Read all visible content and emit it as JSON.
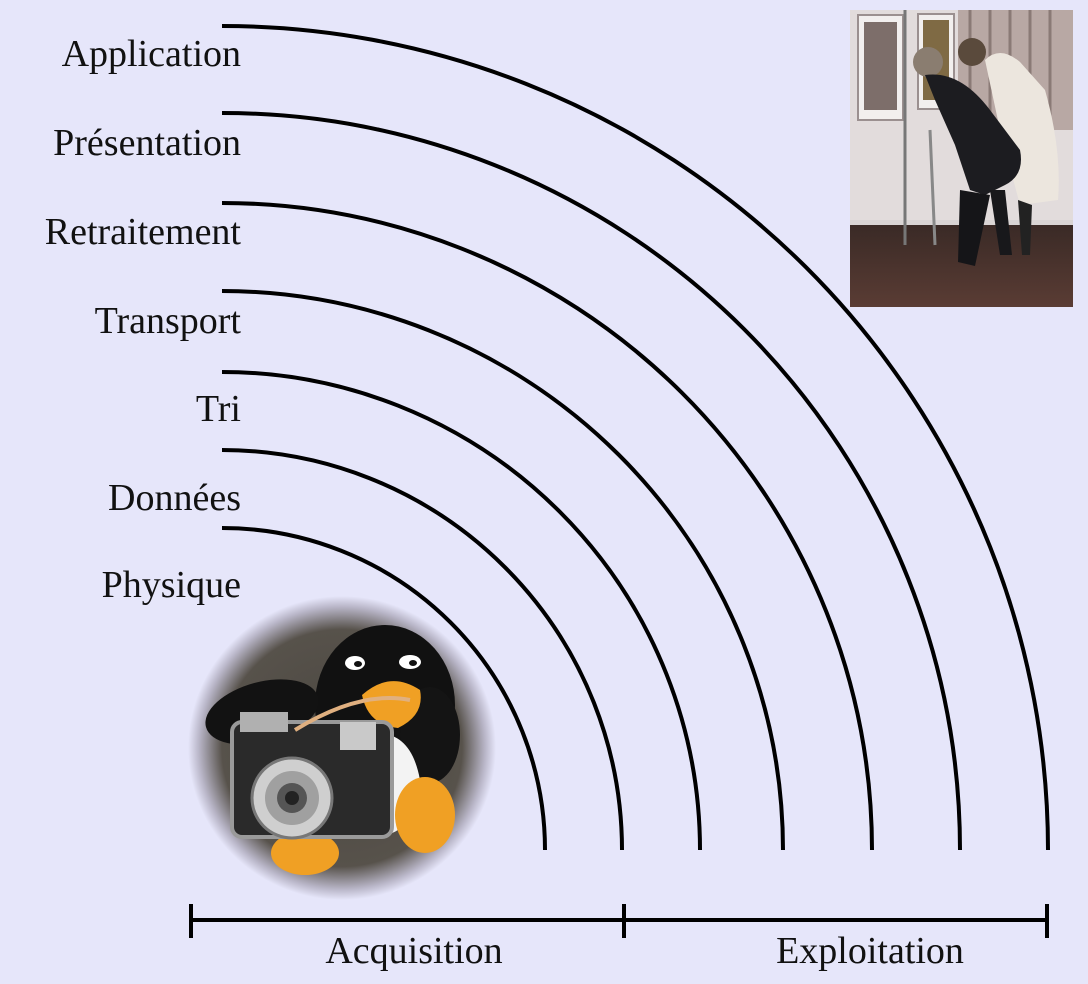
{
  "layers": [
    "Application",
    "Présentation",
    "Retraitement",
    "Transport",
    "Tri",
    "Données",
    "Physique"
  ],
  "phases": {
    "acquisition": "Acquisition",
    "exploitation": "Exploitation"
  },
  "photos": {
    "top_right": "people-viewing-exhibition-photo",
    "bottom_left": "penguin-toy-with-camera-photo"
  },
  "colors": {
    "background": "#e6e6fa",
    "stroke": "#000000"
  }
}
